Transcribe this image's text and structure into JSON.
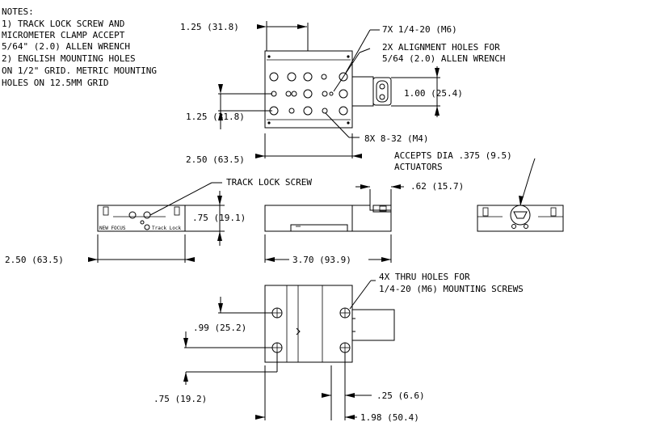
{
  "notes": {
    "heading": "NOTES:",
    "lines": [
      "1) TRACK LOCK SCREW AND",
      "MICROMETER CLAMP ACCEPT",
      "5/64\" (2.0) ALLEN WRENCH",
      "2) ENGLISH MOUNTING HOLES",
      "ON 1/2\" GRID. METRIC MOUNTING",
      "HOLES ON 12.5MM GRID"
    ]
  },
  "top_view": {
    "dim_125_top": "1.25 (31.8)",
    "dim_125_side": "1.25 (31.8)",
    "dim_250_width": "2.50 (63.5)",
    "dim_100_height": "1.00 (25.4)",
    "callout_7x": "7X 1/4-20 (M6)",
    "callout_2x_line1": "2X ALIGNMENT HOLES FOR",
    "callout_2x_line2": "5/64 (2.0) ALLEN WRENCH",
    "callout_8x": "8X 8-32 (M4)"
  },
  "front_view": {
    "track_lock_label": "TRACK LOCK SCREW",
    "dim_075_height": ".75 (19.1)",
    "dim_250_front": "2.50 (63.5)",
    "brand_label": "NEW FOCUS",
    "lock_label": "Track Lock"
  },
  "side_view": {
    "dim_062": ".62 (15.7)",
    "dim_370": "3.70 (93.9)"
  },
  "end_view": {
    "actuator_line1": "ACCEPTS DIA .375 (9.5)",
    "actuator_line2": "ACTUATORS"
  },
  "bottom_view": {
    "callout_4x_line1": "4X THRU HOLES FOR",
    "callout_4x_line2": "1/4-20 (M6) MOUNTING SCREWS",
    "dim_099": ".99 (25.2)",
    "dim_075": ".75 (19.2)",
    "dim_025": ".25 (6.6)",
    "dim_198": "1.98 (50.4)"
  }
}
